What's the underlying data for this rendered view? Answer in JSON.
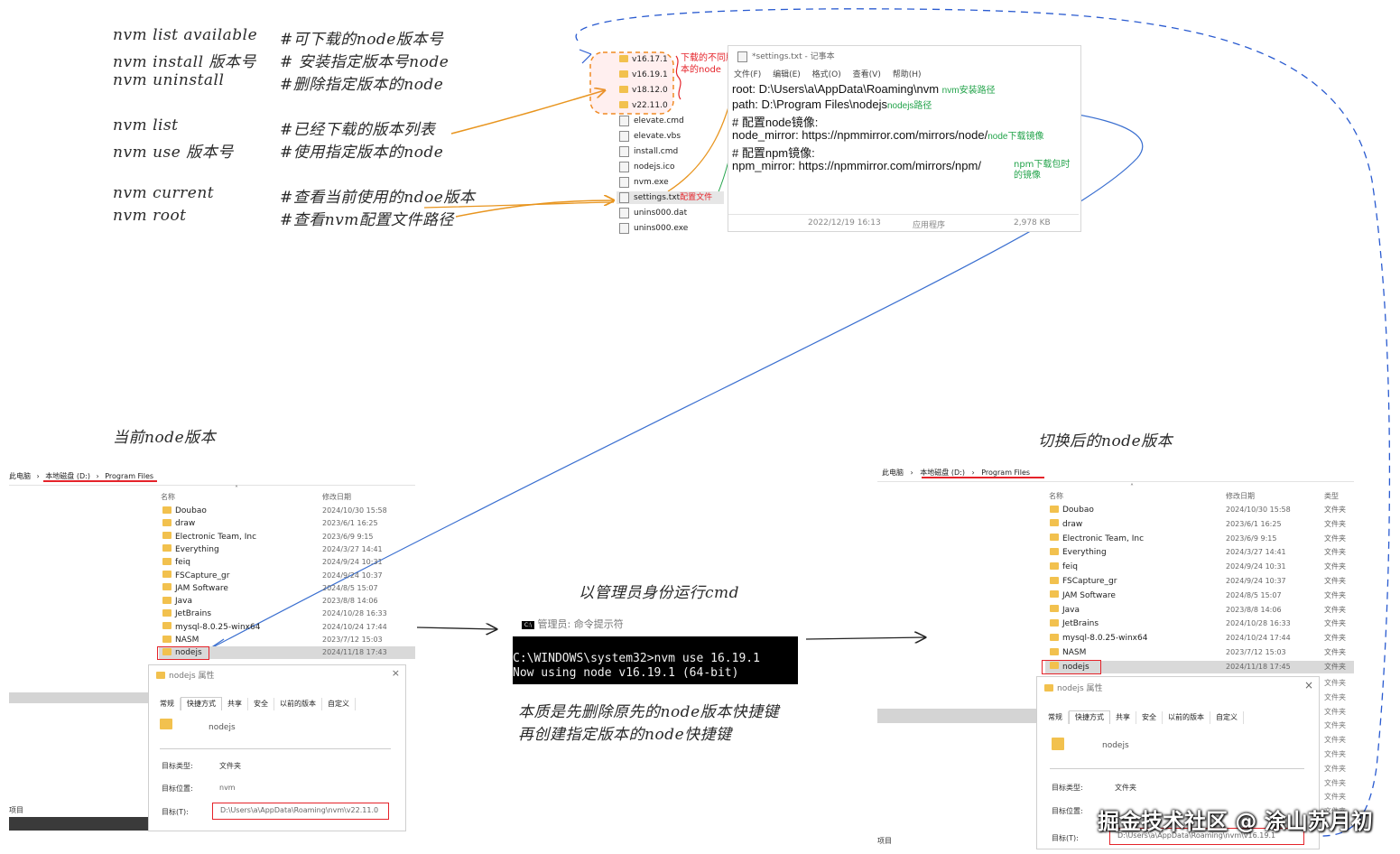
{
  "commands": [
    {
      "cmd": "nvm list available",
      "desc": "#可下载的node版本号"
    },
    {
      "cmd": "nvm install 版本号",
      "desc": "# 安装指定版本号node"
    },
    {
      "cmd": "nvm uninstall",
      "desc": "#删除指定版本的node"
    },
    {
      "cmd": "nvm list",
      "desc": "#已经下载的版本列表"
    },
    {
      "cmd": "nvm use 版本号",
      "desc": "#使用指定版本的node"
    },
    {
      "cmd": "nvm current",
      "desc": "#查看当前使用的ndoe版本"
    },
    {
      "cmd": "nvm root",
      "desc": "#查看nvm配置文件路径"
    }
  ],
  "nvm_dir": {
    "versions": [
      "v16.17.1",
      "v16.19.1",
      "v18.12.0",
      "v22.11.0"
    ],
    "versions_note": "下载的不同版本的node",
    "files": [
      "elevate.cmd",
      "elevate.vbs",
      "install.cmd",
      "nodejs.ico",
      "nvm.exe",
      "settings.txt",
      "unins000.dat",
      "unins000.exe"
    ],
    "settings_note": "配置文件"
  },
  "notepad": {
    "title": "*settings.txt - 记事本",
    "menu": [
      "文件(F)",
      "编辑(E)",
      "格式(O)",
      "查看(V)",
      "帮助(H)"
    ],
    "lines": [
      {
        "text": "root: D:\\Users\\a\\AppData\\Roaming\\nvm",
        "note": "nvm安装路径"
      },
      {
        "text": "path: D:\\Program Files\\nodejs",
        "note": "nodejs路径"
      },
      {
        "text": "# 配置node镜像:",
        "note": ""
      },
      {
        "text": "node_mirror: https://npmmirror.com/mirrors/node/",
        "note": "node下载镜像"
      },
      {
        "text": "# 配置npm镜像:",
        "note": ""
      },
      {
        "text": "npm_mirror: https://npmmirror.com/mirrors/npm/",
        "note": "npm下载包时的镜像"
      }
    ],
    "status": {
      "date": "2022/12/19 16:13",
      "type": "应用程序",
      "size": "2,978 KB"
    }
  },
  "left_section": {
    "title": "当前node版本",
    "breadcrumb": [
      "此电脑",
      "本地磁盘 (D:)",
      "Program Files"
    ],
    "col_name": "名称",
    "col_date": "修改日期",
    "rows": [
      {
        "name": "Doubao",
        "date": "2024/10/30 15:58"
      },
      {
        "name": "draw",
        "date": "2023/6/1 16:25"
      },
      {
        "name": "Electronic Team, Inc",
        "date": "2023/6/9 9:15"
      },
      {
        "name": "Everything",
        "date": "2024/3/27 14:41"
      },
      {
        "name": "feiq",
        "date": "2024/9/24 10:31"
      },
      {
        "name": "FSCapture_gr",
        "date": "2024/9/24 10:37"
      },
      {
        "name": "JAM Software",
        "date": "2024/8/5 15:07"
      },
      {
        "name": "Java",
        "date": "2023/8/8 14:06"
      },
      {
        "name": "JetBrains",
        "date": "2024/10/28 16:33"
      },
      {
        "name": "mysql-8.0.25-winx64",
        "date": "2024/10/24 17:44"
      },
      {
        "name": "NASM",
        "date": "2023/7/12 15:03"
      },
      {
        "name": "nodejs",
        "date": "2024/11/18 17:43"
      }
    ],
    "props_title": "nodejs 属性",
    "tabs": [
      "常规",
      "快捷方式",
      "共享",
      "安全",
      "以前的版本",
      "自定义"
    ],
    "name_value": "nodejs",
    "target_type_label": "目标类型:",
    "target_type": "文件夹",
    "target_loc_label": "目标位置:",
    "target_loc": "nvm",
    "target_label": "目标(T):",
    "target": "D:\\Users\\a\\AppData\\Roaming\\nvm\\v22.11.0",
    "items_label": "项目"
  },
  "middle": {
    "title": "以管理员身份运行cmd",
    "cmd_title": "管理员: 命令提示符",
    "cmd_lines": [
      "C:\\WINDOWS\\system32>nvm use 16.19.1",
      "Now using node v16.19.1 (64-bit)"
    ],
    "note_lines": [
      "本质是先删除原先的node版本快捷键",
      "再创建指定版本的node快捷键"
    ]
  },
  "right_section": {
    "title": "切换后的node版本",
    "breadcrumb": [
      "此电脑",
      "本地磁盘 (D:)",
      "Program Files"
    ],
    "col_name": "名称",
    "col_date": "修改日期",
    "col_type": "类型",
    "rows": [
      {
        "name": "Doubao",
        "date": "2024/10/30 15:58",
        "type": "文件夹"
      },
      {
        "name": "draw",
        "date": "2023/6/1 16:25",
        "type": "文件夹"
      },
      {
        "name": "Electronic Team, Inc",
        "date": "2023/6/9 9:15",
        "type": "文件夹"
      },
      {
        "name": "Everything",
        "date": "2024/3/27 14:41",
        "type": "文件夹"
      },
      {
        "name": "feiq",
        "date": "2024/9/24 10:31",
        "type": "文件夹"
      },
      {
        "name": "FSCapture_gr",
        "date": "2024/9/24 10:37",
        "type": "文件夹"
      },
      {
        "name": "JAM Software",
        "date": "2024/8/5 15:07",
        "type": "文件夹"
      },
      {
        "name": "Java",
        "date": "2023/8/8 14:06",
        "type": "文件夹"
      },
      {
        "name": "JetBrains",
        "date": "2024/10/28 16:33",
        "type": "文件夹"
      },
      {
        "name": "mysql-8.0.25-winx64",
        "date": "2024/10/24 17:44",
        "type": "文件夹"
      },
      {
        "name": "NASM",
        "date": "2023/7/12 15:03",
        "type": "文件夹"
      },
      {
        "name": "nodejs",
        "date": "2024/11/18 17:45",
        "type": "文件夹"
      }
    ],
    "props_title": "nodejs 属性",
    "tabs": [
      "常规",
      "快捷方式",
      "共享",
      "安全",
      "以前的版本",
      "自定义"
    ],
    "name_value": "nodejs",
    "target_type_label": "目标类型:",
    "target_type": "文件夹",
    "target_loc_label": "目标位置:",
    "target_label": "目标(T):",
    "target": "D:\\Users\\a\\AppData\\Roaming\\nvm\\v16.19.1",
    "items_label": "项目"
  },
  "watermark": "掘金技术社区 @ 涂山苏月初"
}
